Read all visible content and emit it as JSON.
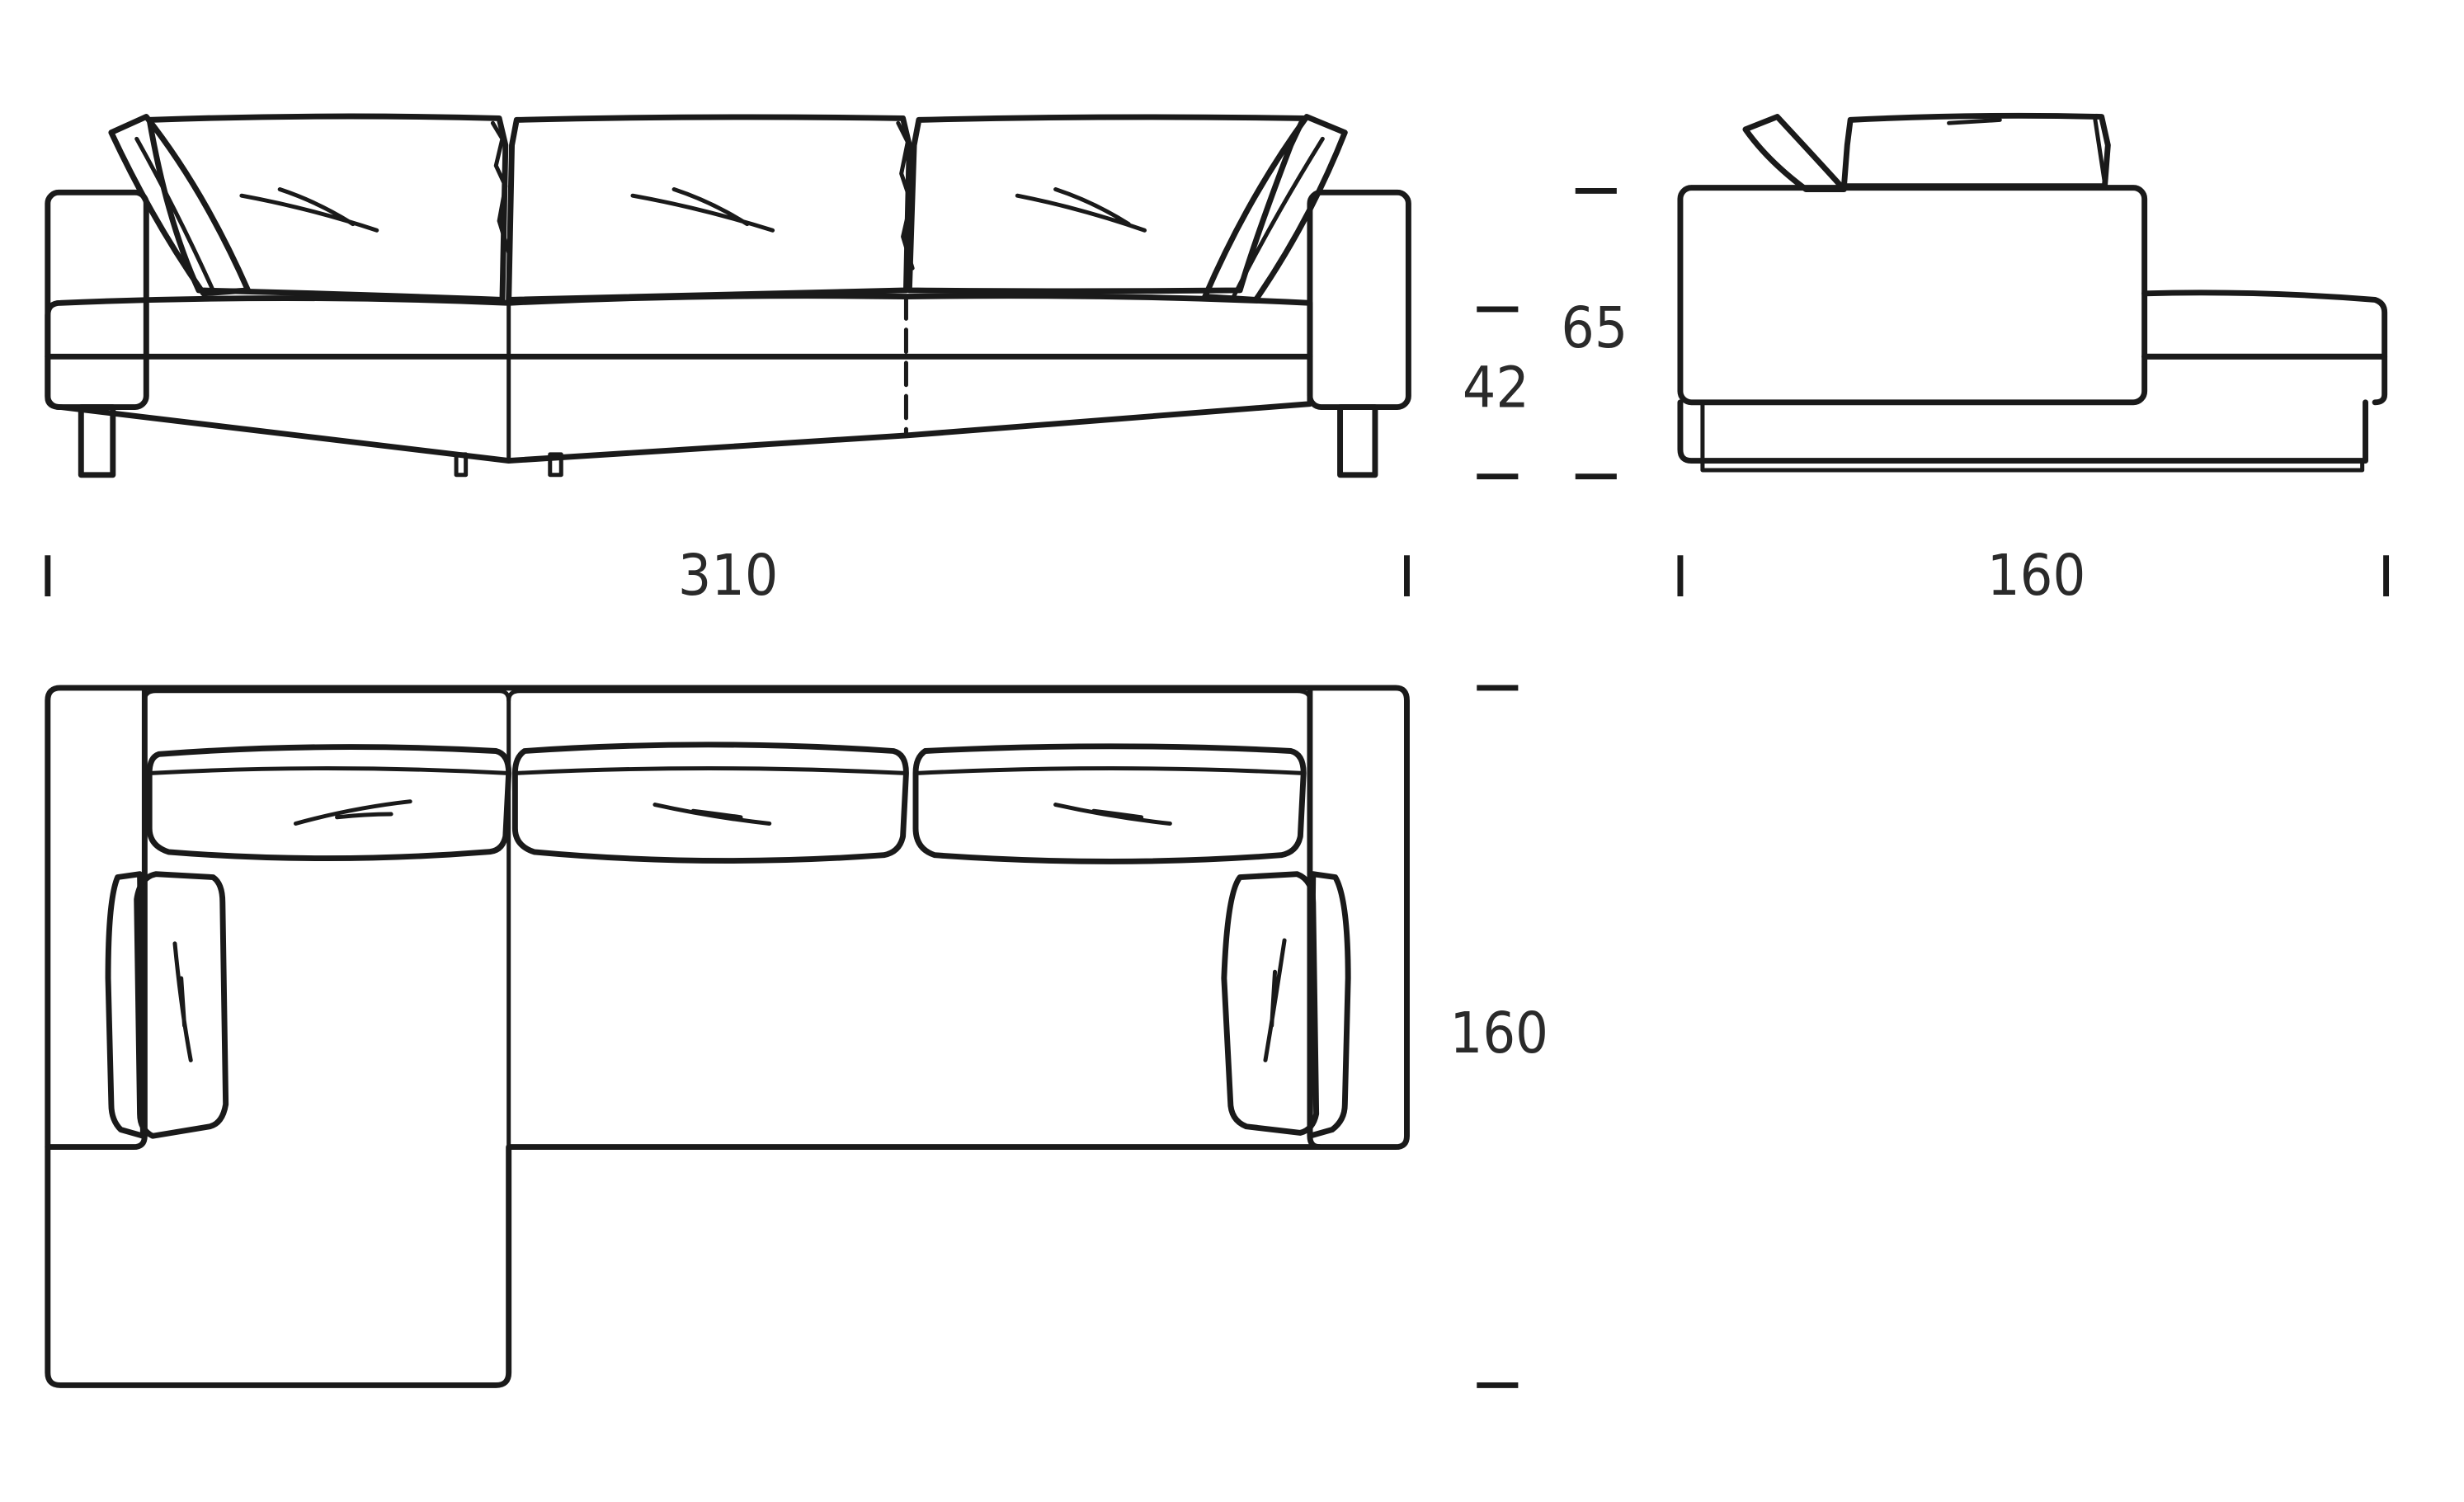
{
  "drawing": {
    "subject": "corner sofa technical drawing",
    "units": "cm",
    "front_width": "310",
    "side_depth": "160",
    "plan_depth": "160",
    "back_height": "65",
    "seat_height": "42",
    "line_color": "#1a1a1a",
    "background": "#ffffff"
  }
}
